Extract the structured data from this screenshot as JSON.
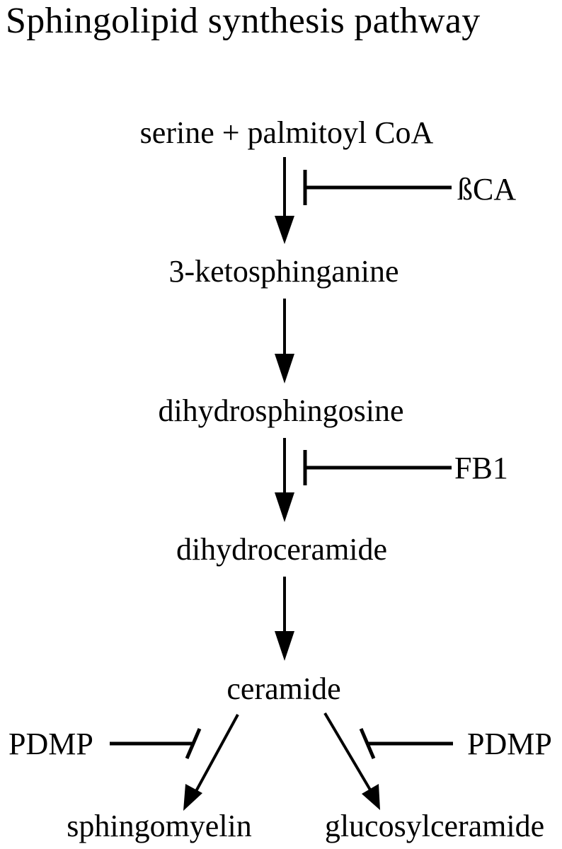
{
  "title": "Sphingolipid synthesis pathway",
  "nodes": {
    "serine_palmitoyl": "serine + palmitoyl CoA",
    "ketosphinganine": "3-ketosphinganine",
    "dihydrosphingosine": "dihydrosphingosine",
    "dihydroceramide": "dihydroceramide",
    "ceramide": "ceramide",
    "sphingomyelin": "sphingomyelin",
    "glucosylceramide": "glucosylceramide"
  },
  "inhibitors": {
    "bca": "ßCA",
    "fb1": "FB1",
    "pdmp_left": "PDMP",
    "pdmp_right": "PDMP"
  },
  "colors": {
    "ink": "#000000",
    "background": "#ffffff"
  }
}
